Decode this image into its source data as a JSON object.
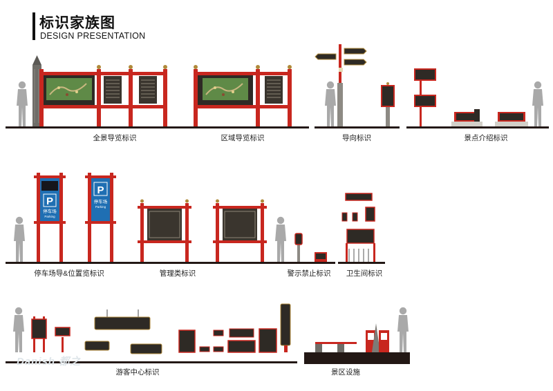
{
  "header": {
    "title": "标识家族图",
    "subtitle": "DESIGN PRESENTATION"
  },
  "captions": {
    "panorama": "全景导览标识",
    "regional": "区域导览标识",
    "direction": "导向标识",
    "scenic_intro": "景点介绍标识",
    "parking": "停车场导&位置览标识",
    "management": "管理类标识",
    "warning": "警示禁止标识",
    "restroom": "卫生间标识",
    "visitor_center": "游客中心标识",
    "facilities": "景区设施"
  },
  "sign_text": {
    "parking_cn": "停车场",
    "parking_en": "Parking",
    "parking_letter": "P"
  },
  "watermark": "Danish 都之",
  "colors": {
    "red": "#c8271f",
    "dark": "#2e2a25",
    "gold": "#b08a3a",
    "ground": "#231815",
    "person": "#a9a9a9",
    "map_green": "#5f8a47",
    "blue": "#1f6fb3"
  }
}
